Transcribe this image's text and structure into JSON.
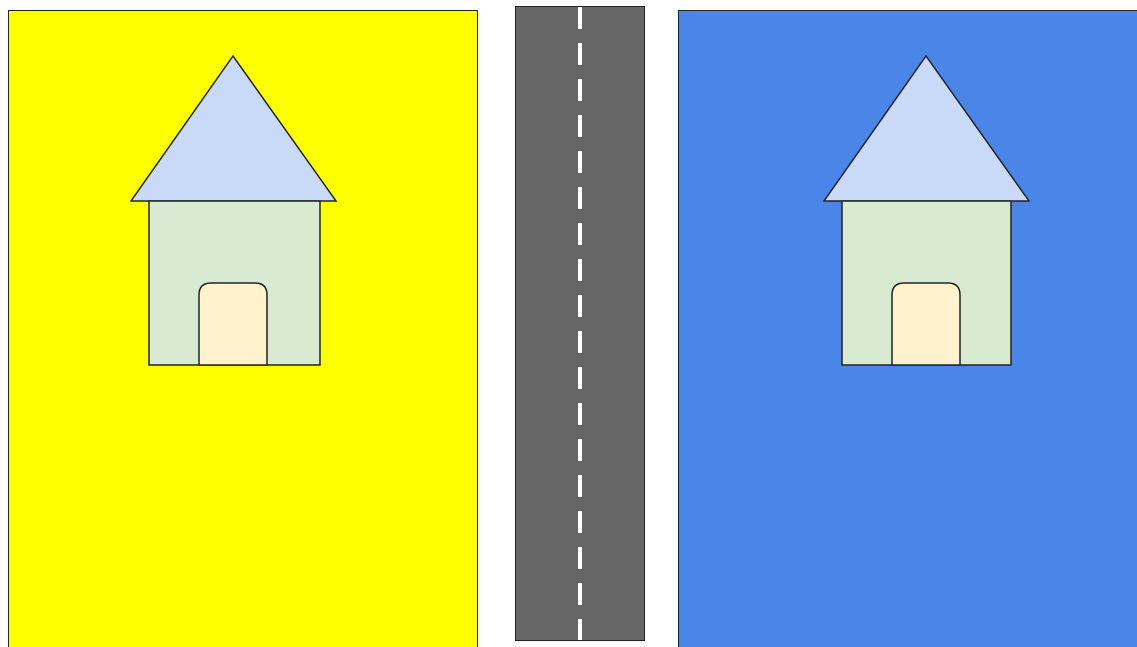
{
  "scene": {
    "background": "#ffffff",
    "lots": [
      {
        "name": "left-lot",
        "color": "#ffff00"
      },
      {
        "name": "right-lot",
        "color": "#4a86e8"
      }
    ],
    "road": {
      "color": "#666666",
      "stripe_color": "#ffffff",
      "stripe_style": "dashed"
    },
    "houses": [
      {
        "lot": "left-lot",
        "roof_color": "#c9daf8",
        "wall_color": "#d9ead3",
        "door_color": "#fff2cc"
      },
      {
        "lot": "right-lot",
        "roof_color": "#c9daf8",
        "wall_color": "#d9ead3",
        "door_color": "#fff2cc"
      }
    ],
    "outline_color": "#222222"
  }
}
